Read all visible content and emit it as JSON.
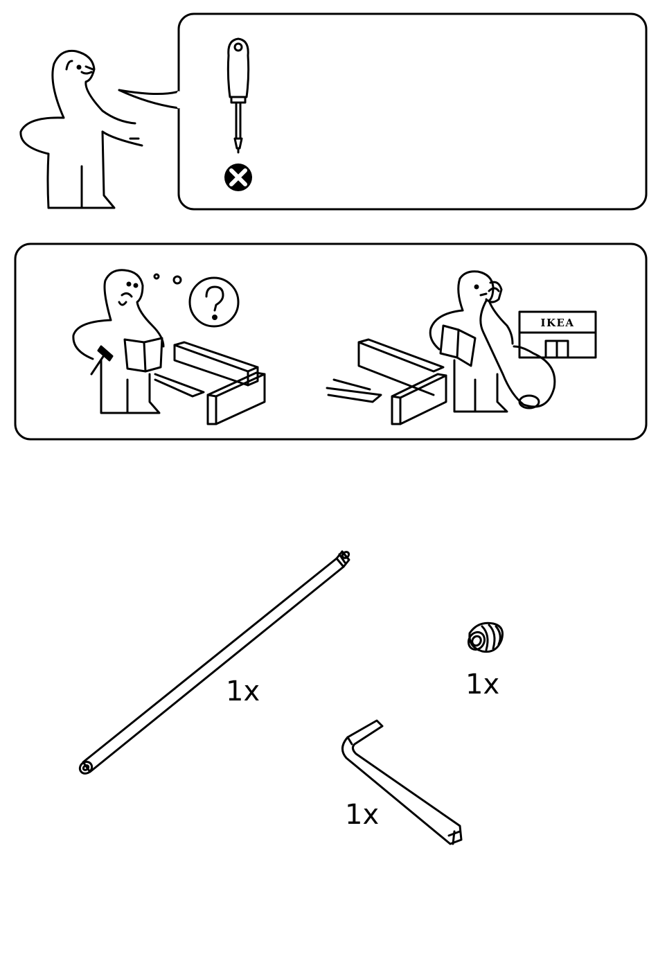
{
  "store_sign": {
    "text": "IKEA"
  },
  "parts": {
    "rod_qty": "1x",
    "insert_qty": "1x",
    "allen_key_qty": "1x"
  },
  "icons": {
    "tool_warning": "screwdriver-not-allowed",
    "confused_assembler": "person-confused-with-hammer",
    "call_store": "person-calling-ikea-store"
  },
  "colors": {
    "ink": "#000000",
    "paper": "#ffffff"
  }
}
